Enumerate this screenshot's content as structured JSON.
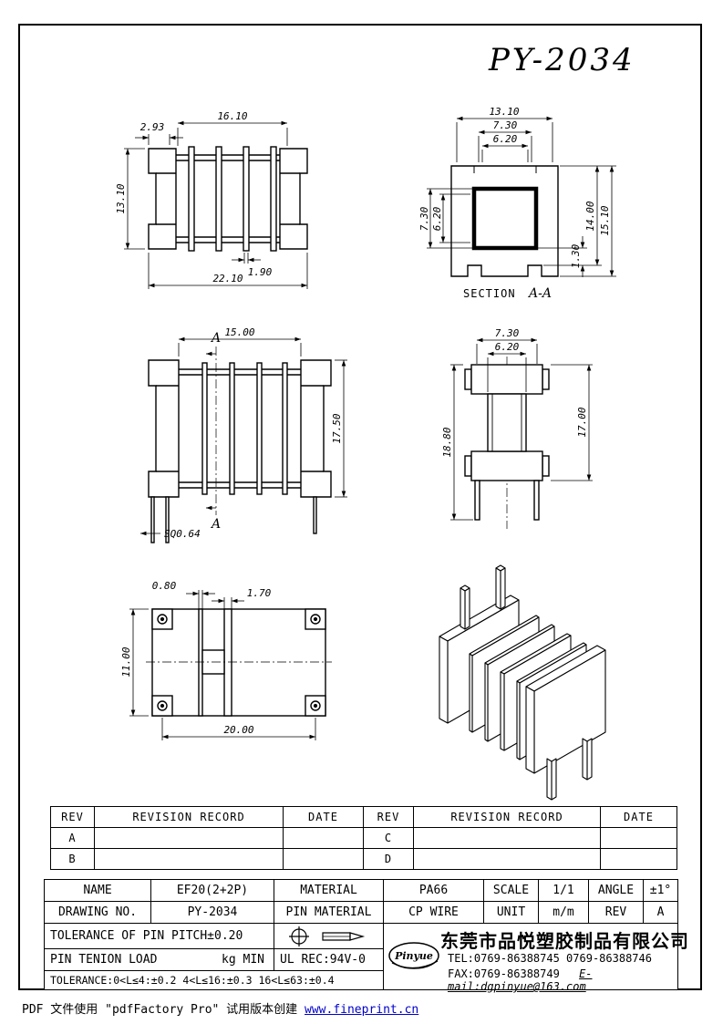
{
  "page": {
    "title": "PY-2034",
    "footer_prefix": "PDF 文件使用 \"pdfFactory Pro\" 试用版本创建 ",
    "footer_link": "www.fineprint.cn"
  },
  "views": {
    "front": {
      "dim_fin_span": "16.10",
      "dim_flange_tab": "2.93",
      "dim_height": "13.10",
      "dim_fin_width": "1.90",
      "dim_total_width": "22.10"
    },
    "section": {
      "dim_width_outer": "13.10",
      "dim_width_mid": "7.30",
      "dim_width_inner": "6.20",
      "dim_core_h": "7.30",
      "dim_core_h_inner": "6.20",
      "dim_notch": "1.30",
      "dim_height_mid": "14.00",
      "dim_height_total": "15.10",
      "label_section": "SECTION",
      "label_aa": "A-A"
    },
    "side": {
      "dim_width": "15.00",
      "dim_height": "17.50",
      "label_a_top": "A",
      "label_a_bottom": "A",
      "label_pin": "SQ0.64"
    },
    "end": {
      "dim_width_outer": "7.30",
      "dim_width_inner": "6.20",
      "dim_height_total": "18.80",
      "dim_height_body": "17.00"
    },
    "bottom": {
      "dim_fin1": "0.80",
      "dim_fin2": "1.70",
      "dim_height": "11.00",
      "dim_width": "20.00"
    }
  },
  "revision_table": {
    "headers": [
      "REV",
      "REVISION RECORD",
      "DATE",
      "REV",
      "REVISION RECORD",
      "DATE"
    ],
    "rows": [
      [
        "A",
        "",
        "",
        "C",
        "",
        ""
      ],
      [
        "B",
        "",
        "",
        "D",
        "",
        ""
      ]
    ]
  },
  "title_block": {
    "name_label": "NAME",
    "name_value": "EF20(2+2P)",
    "material_label": "MATERIAL",
    "material_value": "PA66",
    "scale_label": "SCALE",
    "scale_value": "1/1",
    "angle_label": "ANGLE",
    "angle_value": "±1°",
    "drawing_no_label": "DRAWING NO.",
    "drawing_no_value": "PY-2034",
    "pin_material_label": "PIN MATERIAL",
    "pin_material_value": "CP WIRE",
    "unit_label": "UNIT",
    "unit_value": "m/m",
    "rev_label": "REV",
    "rev_value": "A",
    "tolerance_pin_pitch": "TOLERANCE OF PIN PITCH±0.20",
    "pin_tension_label": "PIN TENION LOAD",
    "pin_tension_unit": "kg MIN",
    "ul_rec": "UL REC:94V-0",
    "tolerance_general": "TOLERANCE:0<L≤4:±0.2  4<L≤16:±0.3  16<L≤63:±0.4"
  },
  "company": {
    "logo_text": "Pinyue",
    "name_cn": "东莞市品悦塑胶制品有限公司",
    "tel": "TEL:0769-86388745  0769-86388746",
    "fax": "FAX:0769-86388749",
    "email": "E-mail:dgpinyue@163.com"
  }
}
